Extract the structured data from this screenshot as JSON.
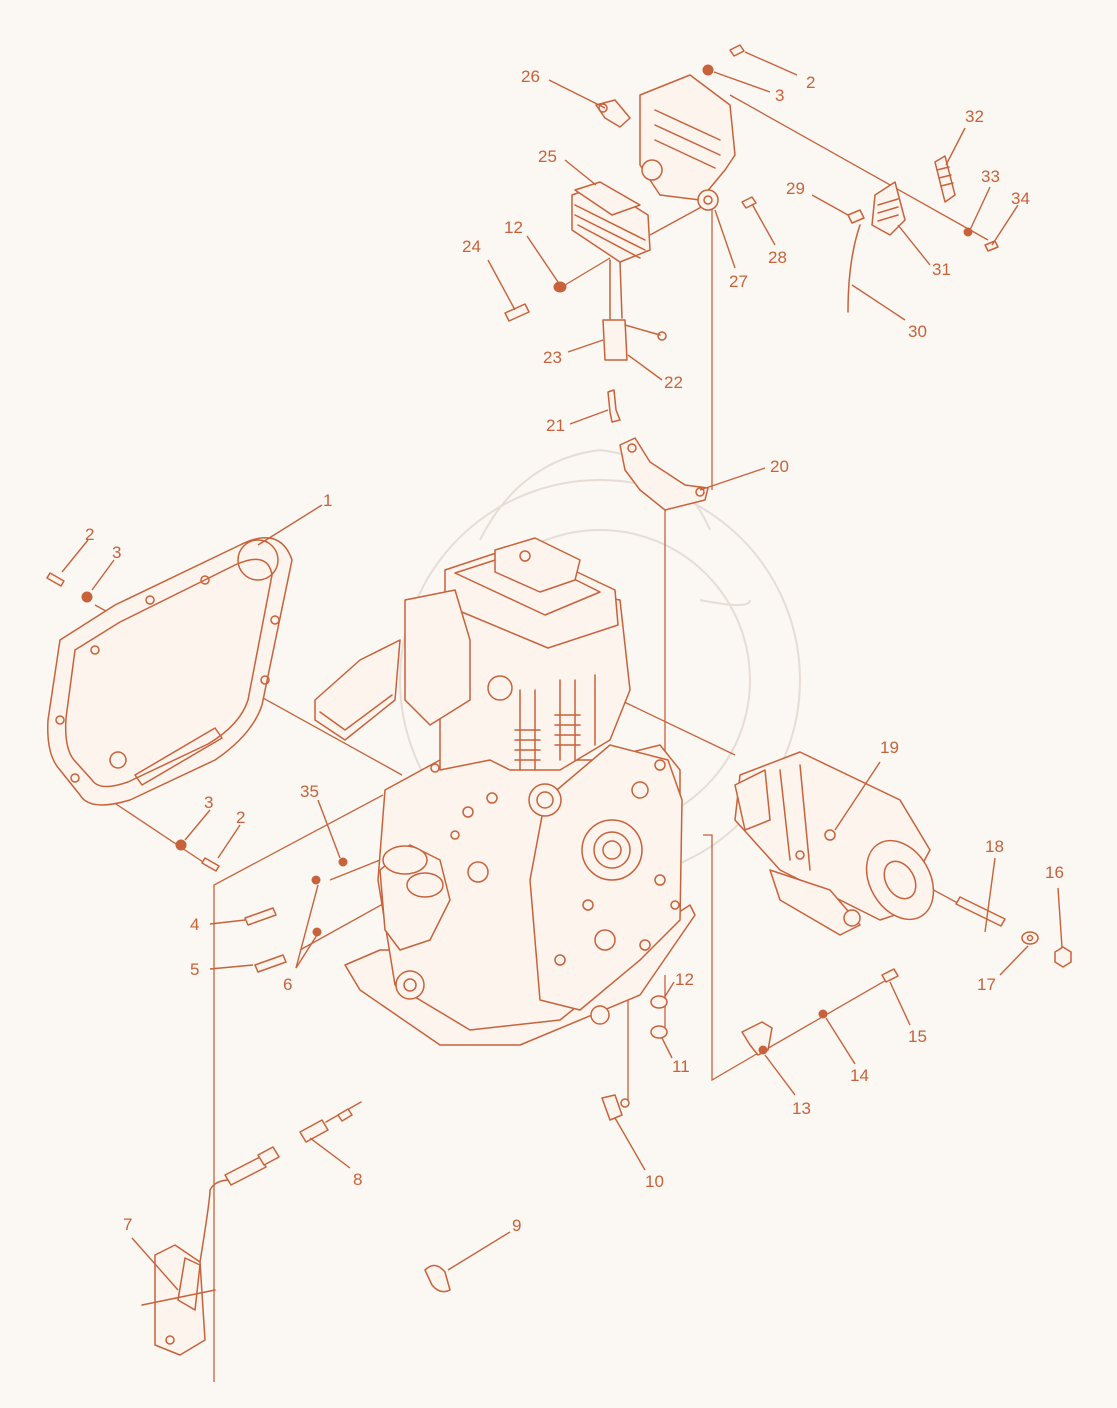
{
  "diagram": {
    "accent_color": "#c8623a",
    "background_color": "#fbf7f3",
    "callouts": [
      {
        "id": "c1",
        "label": "1"
      },
      {
        "id": "c2a",
        "label": "2"
      },
      {
        "id": "c2b",
        "label": "2"
      },
      {
        "id": "c2c",
        "label": "2"
      },
      {
        "id": "c3a",
        "label": "3"
      },
      {
        "id": "c3b",
        "label": "3"
      },
      {
        "id": "c3c",
        "label": "3"
      },
      {
        "id": "c4",
        "label": "4"
      },
      {
        "id": "c5",
        "label": "5"
      },
      {
        "id": "c6",
        "label": "6"
      },
      {
        "id": "c7",
        "label": "7"
      },
      {
        "id": "c8",
        "label": "8"
      },
      {
        "id": "c9",
        "label": "9"
      },
      {
        "id": "c10",
        "label": "10"
      },
      {
        "id": "c11",
        "label": "11"
      },
      {
        "id": "c12a",
        "label": "12"
      },
      {
        "id": "c12b",
        "label": "12"
      },
      {
        "id": "c13",
        "label": "13"
      },
      {
        "id": "c14",
        "label": "14"
      },
      {
        "id": "c15",
        "label": "15"
      },
      {
        "id": "c16",
        "label": "16"
      },
      {
        "id": "c17",
        "label": "17"
      },
      {
        "id": "c18",
        "label": "18"
      },
      {
        "id": "c19",
        "label": "19"
      },
      {
        "id": "c20",
        "label": "20"
      },
      {
        "id": "c21",
        "label": "21"
      },
      {
        "id": "c22",
        "label": "22"
      },
      {
        "id": "c23",
        "label": "23"
      },
      {
        "id": "c24",
        "label": "24"
      },
      {
        "id": "c25",
        "label": "25"
      },
      {
        "id": "c26",
        "label": "26"
      },
      {
        "id": "c27",
        "label": "27"
      },
      {
        "id": "c28",
        "label": "28"
      },
      {
        "id": "c29",
        "label": "29"
      },
      {
        "id": "c30",
        "label": "30"
      },
      {
        "id": "c31",
        "label": "31"
      },
      {
        "id": "c32",
        "label": "32"
      },
      {
        "id": "c33",
        "label": "33"
      },
      {
        "id": "c34",
        "label": "34"
      },
      {
        "id": "c35",
        "label": "35"
      }
    ]
  }
}
